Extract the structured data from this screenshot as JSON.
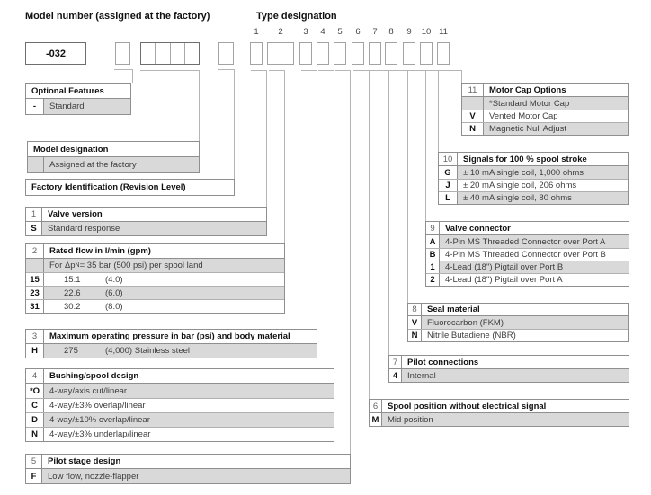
{
  "colors": {
    "row_shade": "#d9d9d9",
    "connector_line": "#b5b5b5",
    "table_border": "#8f8f8f",
    "dark_box_border": "#6e6e6e"
  },
  "header": {
    "model_number_title": "Model number (assigned at the factory)",
    "type_designation_title": "Type designation",
    "model_value": "-032",
    "position_labels": [
      "1",
      "2",
      "3",
      "4",
      "5",
      "6",
      "7",
      "8",
      "9",
      "10",
      "11"
    ]
  },
  "tables": [
    {
      "id": "optional-features",
      "num": "",
      "title": "Optional Features",
      "rows": [
        {
          "key": "-",
          "desc": "Standard"
        }
      ]
    },
    {
      "id": "model-designation",
      "num": "",
      "title": "Model designation",
      "rows": [
        {
          "key": "",
          "desc": "Assigned at the factory"
        }
      ]
    },
    {
      "id": "factory-identification",
      "num": "",
      "title": "Factory Identification (Revision Level)",
      "rows": []
    },
    {
      "id": "valve-version",
      "num": "1",
      "title": "Valve version",
      "rows": [
        {
          "key": "S",
          "desc": "Standard response"
        }
      ]
    },
    {
      "id": "rated-flow",
      "num": "2",
      "title": "Rated flow in l/min (gpm)",
      "rows": [
        {
          "key": "",
          "desc_pre": "For Δp",
          "desc_sub": "N",
          "desc_post": "= 35 bar (500 psi) per spool land"
        },
        {
          "key": "15",
          "val1": "15.1",
          "val2": "(4.0)"
        },
        {
          "key": "23",
          "val1": "22.6",
          "val2": "(6.0)"
        },
        {
          "key": "31",
          "val1": "30.2",
          "val2": "(8.0)"
        }
      ]
    },
    {
      "id": "max-pressure",
      "num": "3",
      "title": "Maximum operating pressure in bar (psi) and body material",
      "rows": [
        {
          "key": "H",
          "val1": "275",
          "val2": "(4,000) Stainless steel"
        }
      ]
    },
    {
      "id": "bushing-spool",
      "num": "4",
      "title": "Bushing/spool design",
      "rows": [
        {
          "key": "*O",
          "desc": "4-way/axis cut/linear"
        },
        {
          "key": "C",
          "desc": "4-way/±3% overlap/linear"
        },
        {
          "key": "D",
          "desc": "4-way/±10% overlap/linear"
        },
        {
          "key": "N",
          "desc": "4-way/±3% underlap/linear"
        }
      ]
    },
    {
      "id": "pilot-stage",
      "num": "5",
      "title": "Pilot stage design",
      "rows": [
        {
          "key": "F",
          "desc": "Low flow, nozzle-flapper"
        }
      ]
    },
    {
      "id": "spool-position",
      "num": "6",
      "title": "Spool position without electrical signal",
      "rows": [
        {
          "key": "M",
          "desc": "Mid position"
        }
      ]
    },
    {
      "id": "pilot-connections",
      "num": "7",
      "title": "Pilot connections",
      "rows": [
        {
          "key": "4",
          "desc": "Internal"
        }
      ]
    },
    {
      "id": "seal-material",
      "num": "8",
      "title": "Seal material",
      "rows": [
        {
          "key": "V",
          "desc": "Fluorocarbon (FKM)"
        },
        {
          "key": "N",
          "desc": "Nitrile Butadiene (NBR)"
        }
      ]
    },
    {
      "id": "valve-connector",
      "num": "9",
      "title": "Valve connector",
      "rows": [
        {
          "key": "A",
          "desc": "4-Pin MS Threaded Connector over Port A"
        },
        {
          "key": "B",
          "desc": "4-Pin MS Threaded Connector over Port B"
        },
        {
          "key": "1",
          "desc": "4-Lead (18\") Pigtail over Port B"
        },
        {
          "key": "2",
          "desc": "4-Lead (18\") Pigtail over Port A"
        }
      ]
    },
    {
      "id": "signals",
      "num": "10",
      "title": "Signals for 100 % spool stroke",
      "rows": [
        {
          "key": "G",
          "desc": "± 10 mA single coil, 1,000 ohms"
        },
        {
          "key": "J",
          "desc": "± 20 mA single coil, 206 ohms"
        },
        {
          "key": "L",
          "desc": "± 40 mA single coil, 80 ohms"
        }
      ]
    },
    {
      "id": "motor-cap",
      "num": "11",
      "title": "Motor Cap Options",
      "rows": [
        {
          "key": "",
          "desc": "*Standard Motor Cap"
        },
        {
          "key": "V",
          "desc": "Vented Motor Cap"
        },
        {
          "key": "N",
          "desc": "Magnetic Null Adjust"
        }
      ]
    }
  ]
}
